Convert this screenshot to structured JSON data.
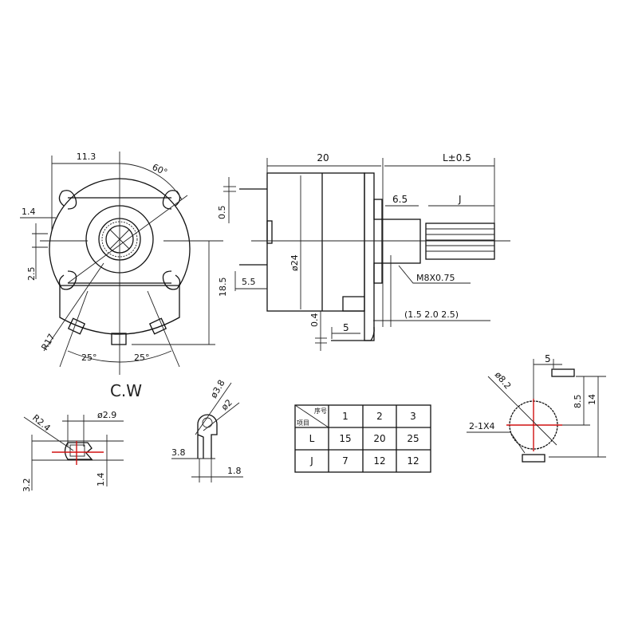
{
  "title": "Rotary potentiometer dimension drawing",
  "front_view": {
    "dim_width": "11.3",
    "dim_angle_top": "60°",
    "dim_left_offset": "1.4",
    "dim_tab": "2.5",
    "dim_height": "18.5",
    "dim_radius": "R17",
    "dim_angle_left": "25°",
    "dim_angle_right": "25°",
    "rotation_label": "C.W"
  },
  "side_view": {
    "dim_body_length": "20",
    "dim_shaft_length": "L±0.5",
    "dim_bushing": "6.5",
    "dim_knurl": "J",
    "dim_diameter": "ø24",
    "dim_thread": "M8X0.75",
    "dim_flange_options": "(1.5   2.0   2.5)",
    "dim_pin_offset": "5.5",
    "dim_pin_thickness": "0.5",
    "dim_terminal_thickness": "0.4",
    "dim_terminal_length": "5"
  },
  "terminal_detail_a": {
    "dim_radius": "R2.4",
    "dim_hole": "ø2.9",
    "dim_height": "3.2",
    "dim_slot": "1.4"
  },
  "terminal_detail_b": {
    "dim_outer": "ø3.8",
    "dim_hole": "ø2",
    "dim_width": "3.8",
    "dim_pin": "1.8"
  },
  "table": {
    "corner_top": "序号",
    "corner_bottom": "项目",
    "columns": [
      "1",
      "2",
      "3"
    ],
    "rows": [
      {
        "label": "L",
        "values": [
          "15",
          "20",
          "25"
        ]
      },
      {
        "label": "J",
        "values": [
          "7",
          "12",
          "12"
        ]
      }
    ]
  },
  "panel_cutout": {
    "dim_hole": "ø8.2",
    "dim_slots": "2-1X4",
    "dim_slot_offset": "5",
    "dim_upper": "8.5",
    "dim_total": "14"
  }
}
